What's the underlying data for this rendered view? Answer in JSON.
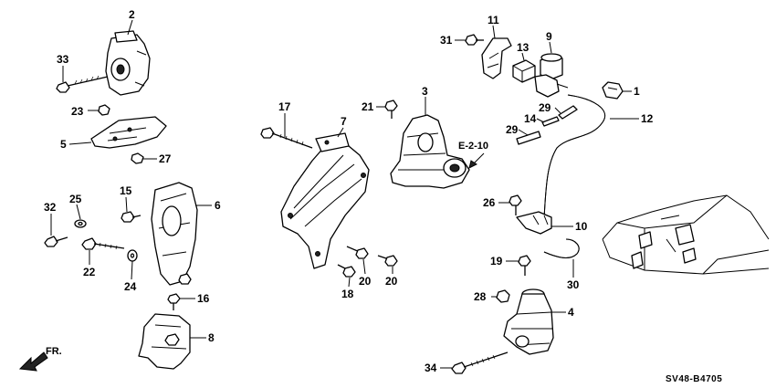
{
  "callouts": {
    "c1": "1",
    "c2": "2",
    "c3": "3",
    "c4": "4",
    "c5": "5",
    "c6": "6",
    "c7": "7",
    "c8": "8",
    "c9": "9",
    "c10": "10",
    "c11": "11",
    "c12": "12",
    "c13": "13",
    "c14": "14",
    "c15": "15",
    "c16": "16",
    "c17": "17",
    "c18": "18",
    "c19": "19",
    "c20a": "20",
    "c20b": "20",
    "c21": "21",
    "c22": "22",
    "c23": "23",
    "c24": "24",
    "c25": "25",
    "c26": "26",
    "c27": "27",
    "c28": "28",
    "c29a": "29",
    "c29b": "29",
    "c30": "30",
    "c31": "31",
    "c32": "32",
    "c33": "33",
    "c34": "34"
  },
  "section_ref": "E-2-10",
  "front_label": "FR.",
  "diagram_code": "SV48-B4705",
  "icons": [
    "front-arrow-icon",
    "car-locator-icon"
  ]
}
